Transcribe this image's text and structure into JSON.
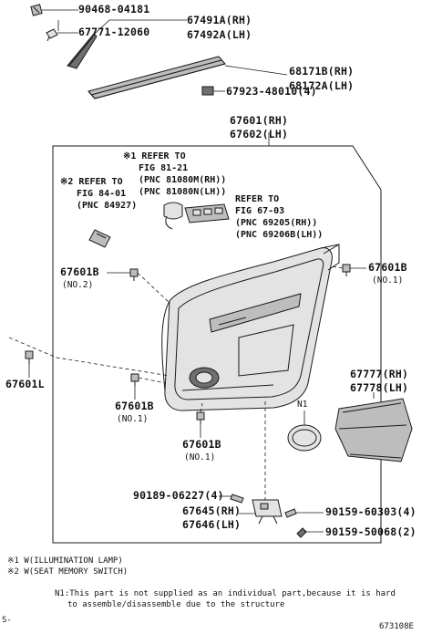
{
  "labels": {
    "p90468": "90468-04181",
    "p67491": "67491A(RH)",
    "p67492": "67492A(LH)",
    "p67771": "67771-12060",
    "p68171": "68171B(RH)",
    "p68172": "68172A(LH)",
    "p67923": "67923-48010(4)",
    "p67601rh": "67601(RH)",
    "p67602lh": "67602(LH)",
    "ref1_l1": "※1 REFER TO",
    "ref1_l2": "FIG 81-21",
    "ref1_l3": "(PNC 81080M(RH))",
    "ref1_l4": "(PNC 81080N(LH))",
    "ref2_l1": "※2 REFER TO",
    "ref2_l2": "FIG 84-01",
    "ref2_l3": "(PNC 84927)",
    "ref3_l1": "REFER TO",
    "ref3_l2": "FIG 67-03",
    "ref3_l3": "(PNC 69205(RH))",
    "ref3_l4": "(PNC 69206B(LH))",
    "p67601B_left": "67601B",
    "no2": "(NO.2)",
    "p67601B_right": "67601B",
    "no1_right": "(NO.1)",
    "p67601L": "67601L",
    "p67601B_mid": "67601B",
    "no1_mid": "(NO.1)",
    "p67601B_bot": "67601B",
    "no1_bot": "(NO.1)",
    "p67777": "67777(RH)",
    "p67778": "67778(LH)",
    "n1": "N1",
    "p90189": "90189-06227(4)",
    "p67645": "67645(RH)",
    "p67646": "67646(LH)",
    "p90159a": "90159-60303(4)",
    "p90159b": "90159-50068(2)",
    "note1": "※1 W(ILLUMINATION LAMP)",
    "note2": "※2 W(SEAT MEMORY SWITCH)",
    "note_n1_l1": "N1:This part is not supplied as an individual part,because it is hard",
    "note_n1_l2": "to assemble/disassemble due to the structure",
    "corner_s": "S-",
    "fig_id": "673108E"
  }
}
